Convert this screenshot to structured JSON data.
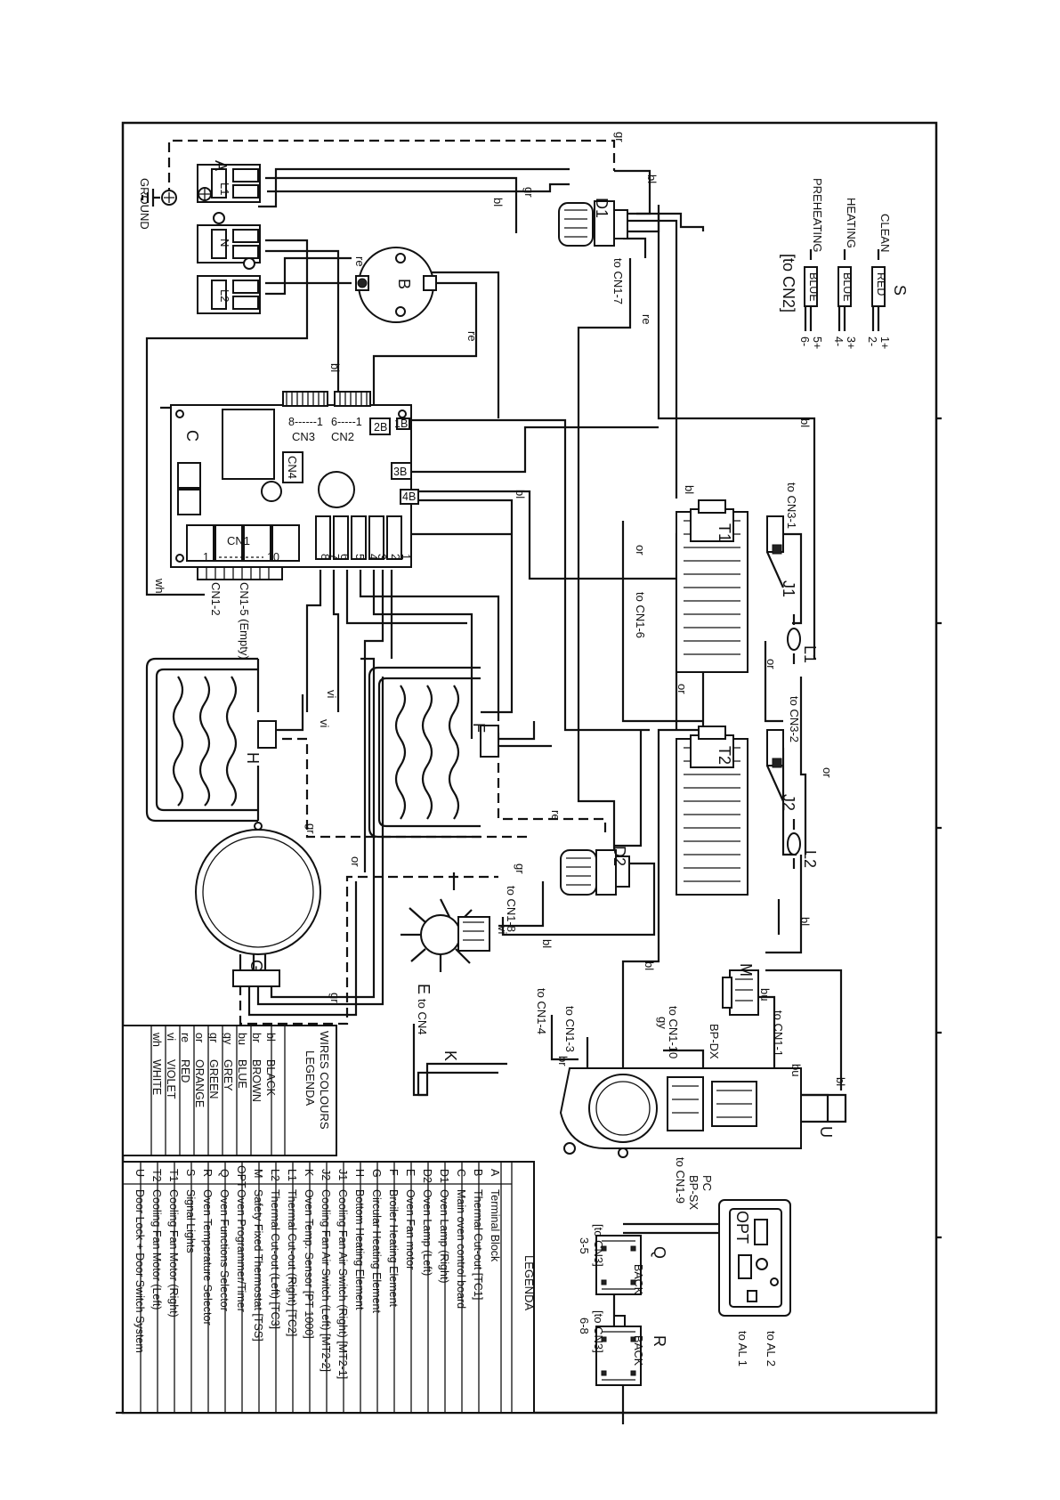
{
  "components": {
    "A": "A",
    "B": "B",
    "C": "C",
    "D1": "D1",
    "D2": "D2",
    "E": "E",
    "F": "F",
    "G": "G",
    "H": "H",
    "J1": "J1",
    "J2": "J2",
    "K": "K",
    "L1": "L1",
    "L2": "L2",
    "M": "M",
    "Q": "Q",
    "R": "R",
    "S": "S",
    "T1": "T1",
    "T2": "T2",
    "U": "U",
    "OPT": "OPT"
  },
  "terminals": {
    "L1": "L1",
    "N": "N",
    "L2": "L2",
    "ground": "GROUND"
  },
  "board": {
    "cn1": "CN1",
    "cn2": "CN2",
    "cn3": "CN3",
    "cn4": "CN4",
    "cn1_range_start": "1",
    "cn1_range_end": "10",
    "cn2_range": "6-----1",
    "cn3_range": "8------1",
    "relay_numbers": [
      "8",
      "7",
      "6",
      "5",
      "4",
      "3",
      "2",
      "1"
    ],
    "conn_2b": "2B",
    "conn_1b": "1B",
    "conn_3b": "3B",
    "conn_4b": "4B",
    "cn1_2": "CN1-2",
    "cn1_5": "CN1-5 (Empty)"
  },
  "signal_lights": {
    "items": [
      {
        "name": "CLEAN",
        "color": "RED",
        "pins": [
          "1+",
          "2-"
        ]
      },
      {
        "name": "HEATING",
        "color": "BLUE",
        "pins": [
          "3+",
          "4-"
        ]
      },
      {
        "name": "PREHEATING",
        "color": "BLUE",
        "pins": [
          "5+",
          "6-"
        ]
      }
    ],
    "to": "[to CN2]"
  },
  "wire_labels": {
    "gr": "gr",
    "bl": "bl",
    "re": "re",
    "or": "or",
    "vi": "vi",
    "wh": "wh",
    "bu": "bu",
    "gy": "gy",
    "br": "br"
  },
  "refs": {
    "cn1_7": "to CN1-7",
    "cn1_6": "to CN1-6",
    "cn1_8": "to CN1-8",
    "cn3_1": "to CN3-1",
    "cn3_2": "to CN3-2",
    "cn4": "to CN4",
    "cn1_3": "to CN1-3",
    "cn1_4": "to CN1-4",
    "cn1_10": "to CN1-10",
    "cn1_1": "to CN1-1",
    "cn1_9": "to CN1-9",
    "al1": "to AL 1",
    "al2": "to AL 2",
    "q_to": "[to CN3]",
    "q_pins": "3-5",
    "r_to": "[to CN3]",
    "r_pins": "6-8",
    "bp_dx": "BP-DX",
    "bp_sx": "BP-SX",
    "pc": "PC",
    "back": "BACK"
  },
  "wire_colours": {
    "title": "WIRES COLOURS",
    "subtitle": "LEGENDA",
    "rows": [
      {
        "code": "bl",
        "name": "BLACK"
      },
      {
        "code": "br",
        "name": "BROWN"
      },
      {
        "code": "bu",
        "name": "BLUE"
      },
      {
        "code": "gy",
        "name": "GREY"
      },
      {
        "code": "gr",
        "name": "GREEN"
      },
      {
        "code": "or",
        "name": "ORANGE"
      },
      {
        "code": "re",
        "name": "RED"
      },
      {
        "code": "vi",
        "name": "VIOLET"
      },
      {
        "code": "wh",
        "name": "WHITE"
      }
    ]
  },
  "legend": {
    "title": "LEGENDA",
    "rows": [
      {
        "code": "A",
        "desc": "Terminal Block"
      },
      {
        "code": "B",
        "desc": "Thermal Cut-out [TC1]"
      },
      {
        "code": "C",
        "desc": "Main oven control board"
      },
      {
        "code": "D1",
        "desc": "Oven Lamp (Right)"
      },
      {
        "code": "D2",
        "desc": "Oven Lamp (Left)"
      },
      {
        "code": "E",
        "desc": "Oven Fan motor"
      },
      {
        "code": "F",
        "desc": "Broiler Heating Element"
      },
      {
        "code": "G",
        "desc": "Circular Heating Element"
      },
      {
        "code": "H",
        "desc": "Bottom Heating Element"
      },
      {
        "code": "J1",
        "desc": "Cooling Fan Air Switch (Right) [MT2-1]"
      },
      {
        "code": "J2",
        "desc": "Cooling Fan Air Switch (Left) [MT2-2]"
      },
      {
        "code": "K",
        "desc": "Oven Temp. Sensor [PT 1000]"
      },
      {
        "code": "L1",
        "desc": "Thermal Cut-out (Right) [TC2]"
      },
      {
        "code": "L2",
        "desc": "Thermal Cut-out (Left) [TC3]"
      },
      {
        "code": "M",
        "desc": "Safety Fixed Thermostat [TSS]"
      },
      {
        "code": "OPT",
        "desc": "Oven Programmer/Timer"
      },
      {
        "code": "Q",
        "desc": "Oven Functions Selector"
      },
      {
        "code": "R",
        "desc": "Oven Temperature Selector"
      },
      {
        "code": "S",
        "desc": "Signal Lights"
      },
      {
        "code": "T1",
        "desc": "Cooling Fan Motor (Right)"
      },
      {
        "code": "T2",
        "desc": "Cooling Fan Motor (Left)"
      },
      {
        "code": "U",
        "desc": "Door Lock + Door Switch System"
      }
    ]
  }
}
